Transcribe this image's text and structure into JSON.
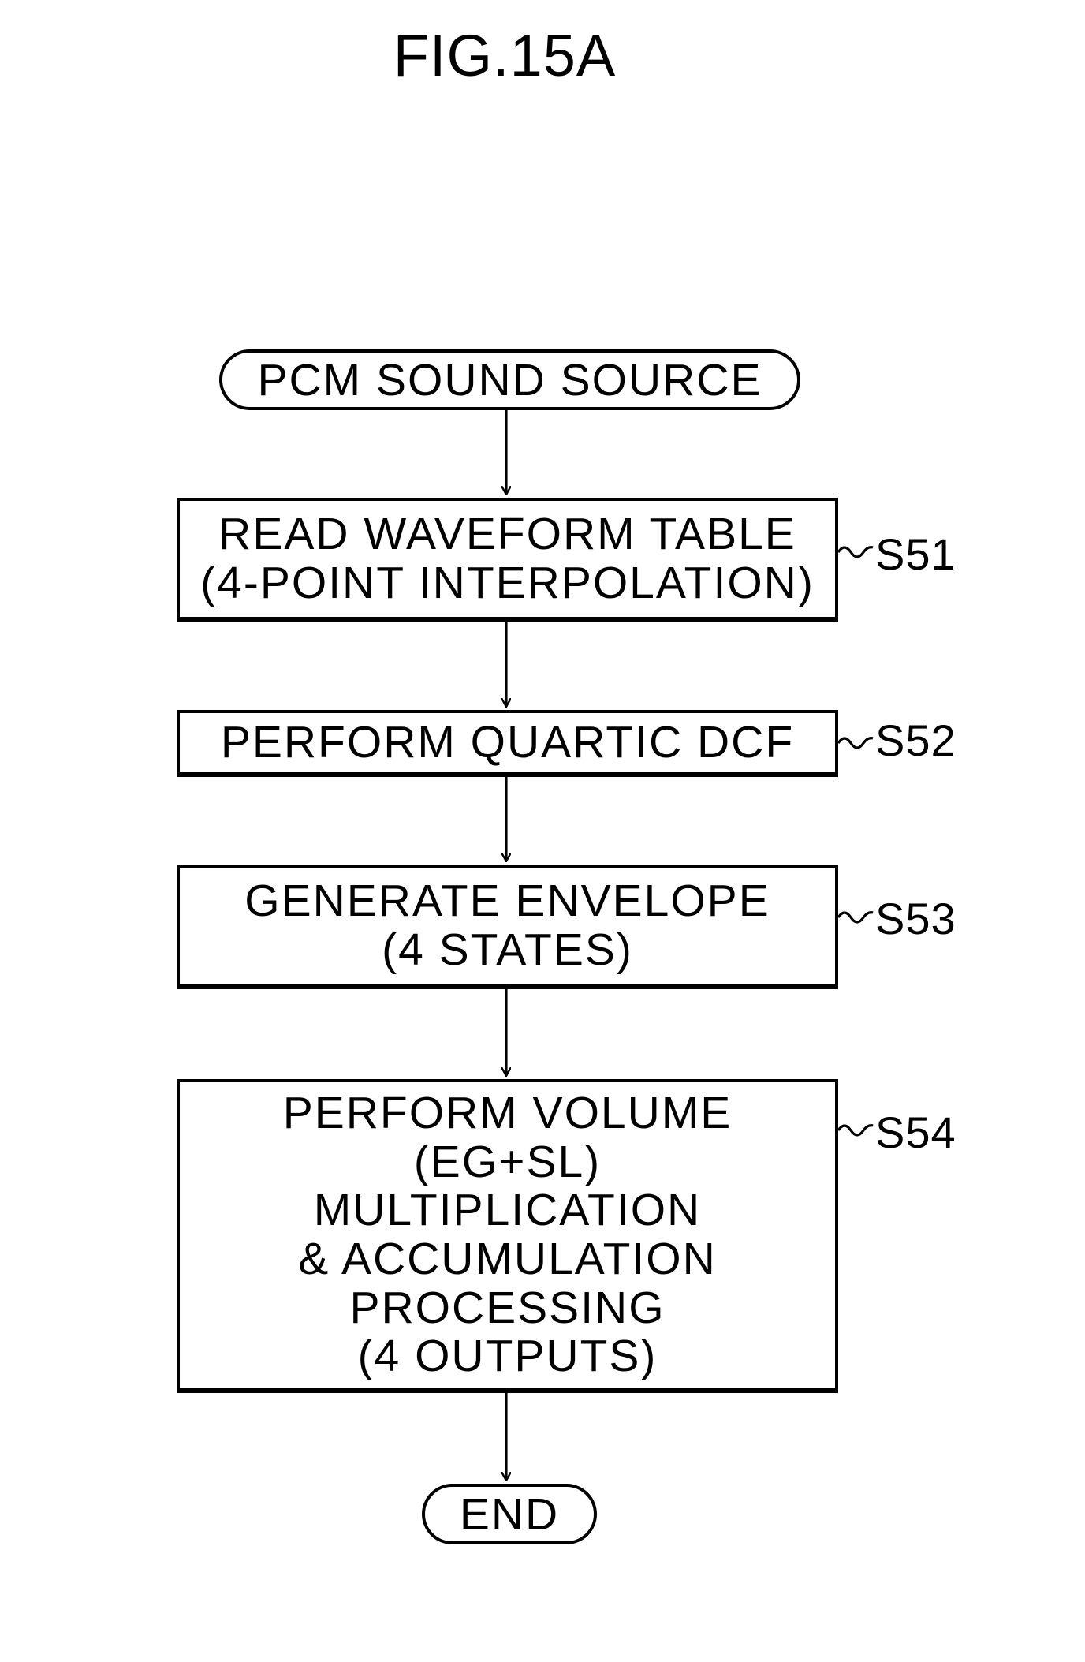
{
  "figure": {
    "title": "FIG.15A"
  },
  "flowchart": {
    "start": "PCM SOUND SOURCE",
    "steps": [
      {
        "id": "S51",
        "lines": [
          "READ WAVEFORM TABLE",
          "(4-POINT INTERPOLATION)"
        ]
      },
      {
        "id": "S52",
        "lines": [
          "PERFORM QUARTIC DCF"
        ]
      },
      {
        "id": "S53",
        "lines": [
          "GENERATE ENVELOPE",
          "(4 STATES)"
        ]
      },
      {
        "id": "S54",
        "lines": [
          "PERFORM VOLUME",
          "(EG+SL)",
          "MULTIPLICATION",
          "& ACCUMULATION",
          "PROCESSING",
          "(4 OUTPUTS)"
        ]
      }
    ],
    "end": "END"
  }
}
